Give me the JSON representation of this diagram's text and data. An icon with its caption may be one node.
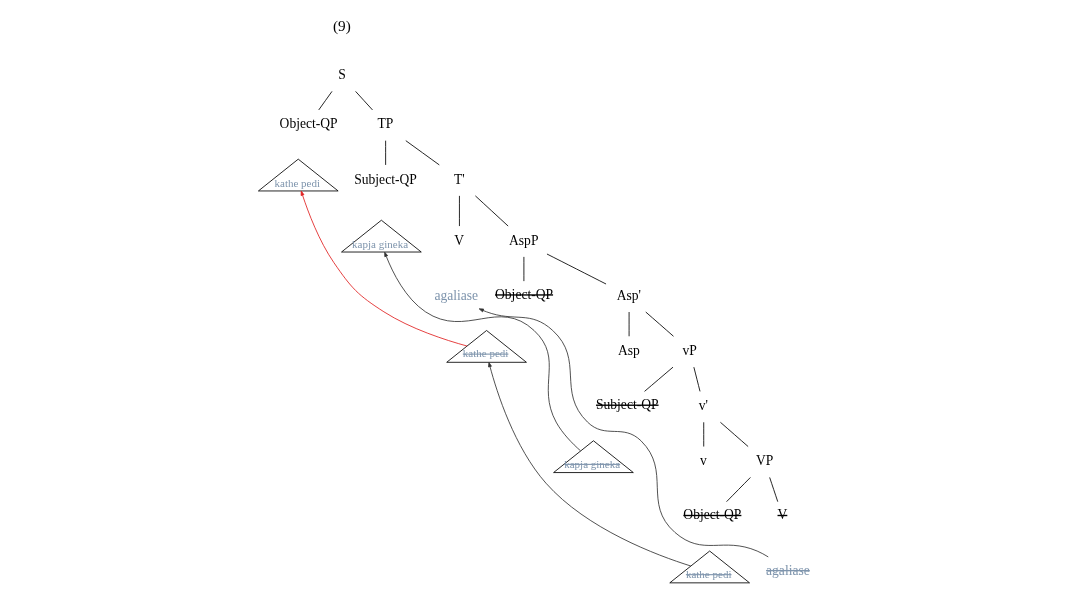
{
  "diagram": {
    "nodes": [
      {
        "text": [
          "S"
        ]
      },
      {
        "text": [
          "Object-QP"
        ]
      },
      {
        "text": [
          "kathe pedi"
        ]
      },
      {
        "text": [
          "TP"
        ]
      },
      {
        "text": [
          "Subject-QP"
        ]
      },
      {
        "text": [
          "kapja gineka"
        ]
      },
      {
        "text": [
          "T'"
        ]
      },
      {
        "text": [
          "V"
        ]
      },
      {
        "text": [
          "agaliase"
        ]
      },
      {
        "text": [
          "AspP"
        ]
      },
      {
        "text": [
          "Object-QP"
        ]
      },
      {
        "text": [
          "kathe pedi"
        ]
      },
      {
        "text": [
          "Asp'"
        ]
      },
      {
        "text": [
          "Asp"
        ]
      },
      {
        "text": [
          "vP"
        ]
      },
      {
        "text": [
          "Subject-QP"
        ]
      },
      {
        "text": [
          "kapja gineka"
        ]
      },
      {
        "text": [
          "v'"
        ]
      },
      {
        "text": [
          "v"
        ]
      },
      {
        "text": [
          "VP"
        ]
      },
      {
        "text": [
          "V"
        ]
      },
      {
        "text": [
          "agaliase"
        ]
      },
      {
        "text": [
          "Object-QP"
        ]
      },
      {
        "text": [
          "kathe pedi"
        ]
      }
    ],
    "edges": [
      {
        "from": 0,
        "to": 1,
        "arrow": "none"
      },
      {
        "from": 0,
        "to": 3,
        "arrow": "none"
      },
      {
        "from": 3,
        "to": 4,
        "arrow": "none"
      },
      {
        "from": 3,
        "to": 6,
        "arrow": "none"
      },
      {
        "from": 6,
        "to": 7,
        "arrow": "none"
      },
      {
        "from": 6,
        "to": 9,
        "arrow": "none"
      },
      {
        "from": 9,
        "to": 10,
        "arrow": "none"
      },
      {
        "from": 9,
        "to": 12,
        "arrow": "none"
      },
      {
        "from": 12,
        "to": 13,
        "arrow": "none"
      },
      {
        "from": 12,
        "to": 14,
        "arrow": "none"
      },
      {
        "from": 14,
        "to": 15,
        "arrow": "none"
      },
      {
        "from": 14,
        "to": 17,
        "arrow": "none"
      },
      {
        "from": 17,
        "to": 18,
        "arrow": "none"
      },
      {
        "from": 17,
        "to": 19,
        "arrow": "none"
      },
      {
        "from": 19,
        "to": 20,
        "arrow": "none"
      },
      {
        "from": 19,
        "to": 22,
        "arrow": "none"
      },
      {
        "from": 23,
        "to": 11,
        "arrow": "to"
      },
      {
        "from": 11,
        "to": 2,
        "arrow": "to",
        "color": "#e02020"
      },
      {
        "from": 16,
        "to": 5,
        "arrow": "to"
      },
      {
        "from": 21,
        "to": 8,
        "arrow": "to"
      }
    ],
    "labels": [
      "(9)"
    ]
  }
}
